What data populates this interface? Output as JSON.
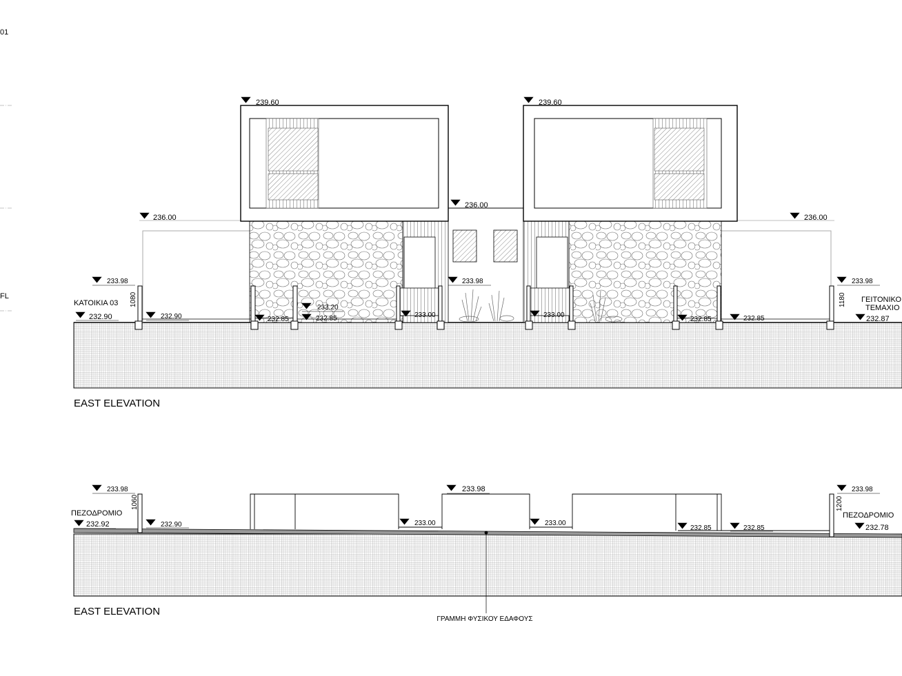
{
  "sheet": {
    "corner_text": "01",
    "margin_text": "FL"
  },
  "elevation_top": {
    "title": "EAST ELEVATION",
    "levels": {
      "roof_left": "239.60",
      "roof_right": "239.60",
      "mid_link": "236.00",
      "wall_left": "236.00",
      "wall_right": "236.00",
      "fence_left": "233.98",
      "fence_mid": "233.98",
      "fence_right": "233.98",
      "ground_left": "232.90",
      "yard_left": "232.90",
      "step_a": "232.85",
      "step_b": "232.85",
      "step_c": "233.20",
      "entry_left": "233.00",
      "entry_right": "233.00",
      "step_d": "232.85",
      "step_e": "232.85",
      "ground_right": "232.87"
    },
    "dims": {
      "left_height": "1080",
      "right_height": "1180"
    },
    "labels": {
      "left_house": "ΚΑΤΟΙΚΙΑ 03",
      "right_plot_1": "ΓΕΙΤΟΝΙΚΟ",
      "right_plot_2": "ΤΕΜΑΧΙΟ"
    }
  },
  "elevation_bottom": {
    "title": "EAST ELEVATION",
    "levels": {
      "fence_left": "233.98",
      "fence_mid": "233.98",
      "fence_right": "233.98",
      "ground_left": "232.92",
      "yard_left": "232.90",
      "entry_left": "233.00",
      "entry_right": "233.00",
      "step_d": "232.85",
      "step_e": "232.85",
      "ground_right": "232.78"
    },
    "dims": {
      "left_height": "1060",
      "right_height": "1200"
    },
    "labels": {
      "left_street": "ΠΕΖΟΔΡΟΜΙΟ",
      "right_street": "ΠΕΖΟΔΡΟΜΙΟ",
      "ground_line": "ΓΡΑΜΜΗ ΦΥΣΙΚΟΥ ΕΔΑΦΟΥΣ"
    }
  }
}
